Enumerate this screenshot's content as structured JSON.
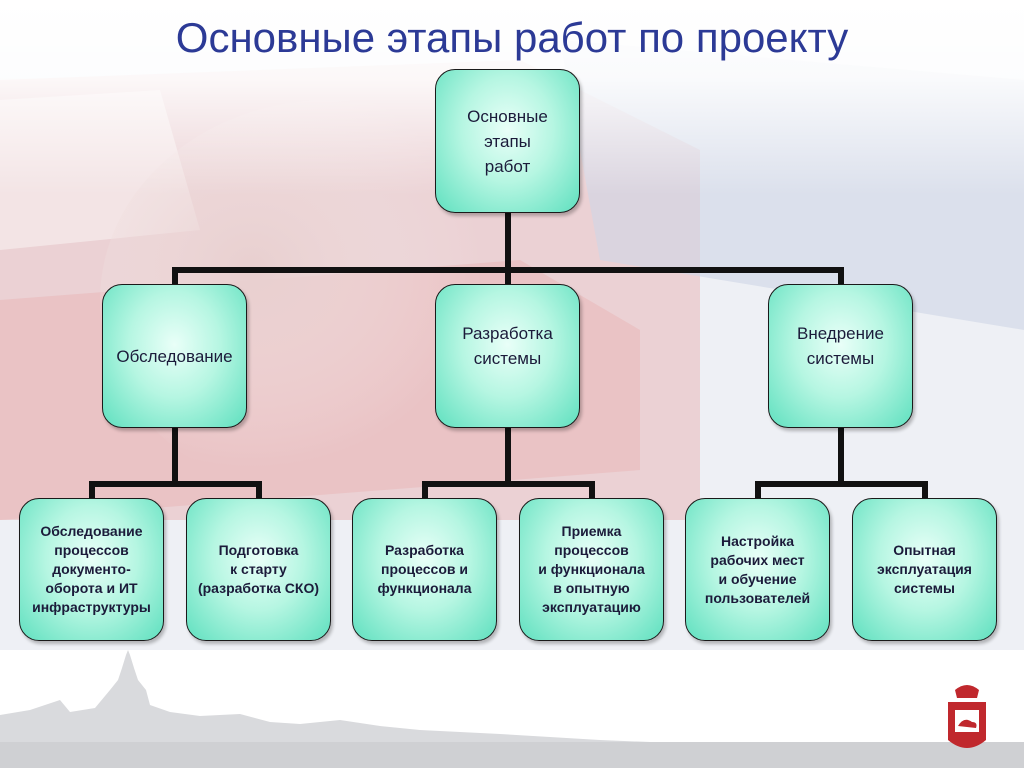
{
  "slide": {
    "title": "Основные этапы работ по проекту"
  },
  "diagram": {
    "root": "Основные\nэтапы\nработ",
    "stages": [
      {
        "label": "Обследование",
        "children": [
          "Обследование\nпроцессов\nдокументо-\nоборота и ИТ\nинфраструктуры",
          "Подготовка\nк старту\n(разработка СКО)"
        ]
      },
      {
        "label": "Разработка\nсистемы",
        "children": [
          "Разработка\nпроцессов и\nфункционала",
          "Приемка\nпроцессов\nи функционала\nв опытную\nэксплуатацию"
        ]
      },
      {
        "label": "Внедрение\nсистемы",
        "children": [
          "Настройка\nрабочих мест\nи обучение\nпользователей",
          "Опытная\nэксплуатация\nсистемы"
        ]
      }
    ]
  },
  "colors": {
    "title": "#2c3a96",
    "node_fill": "#7ee8cc",
    "connector": "#111111"
  }
}
